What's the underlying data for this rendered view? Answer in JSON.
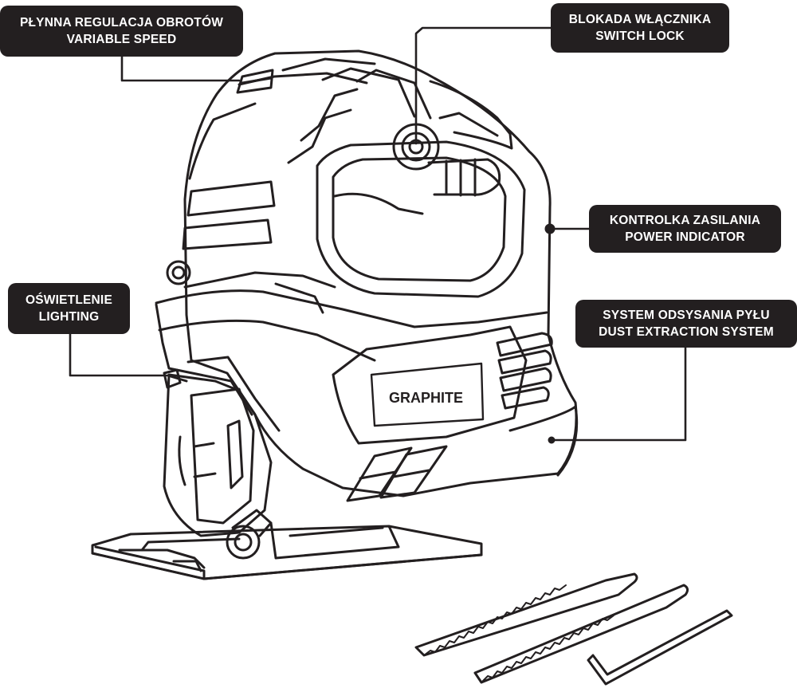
{
  "callouts": {
    "variable_speed": {
      "line1": "PŁYNNA REGULACJA OBROTÓW",
      "line2": "VARIABLE SPEED"
    },
    "switch_lock": {
      "line1": "BLOKADA WŁĄCZNIKA",
      "line2": "SWITCH LOCK"
    },
    "power_indicator": {
      "line1": "KONTROLKA ZASILANIA",
      "line2": "POWER INDICATOR"
    },
    "dust_extraction": {
      "line1": "SYSTEM ODSYSANIA PYŁU",
      "line2": "DUST EXTRACTION SYSTEM"
    },
    "lighting": {
      "line1": "OŚWIETLENIE",
      "line2": "LIGHTING"
    }
  },
  "brand": {
    "logo_text": "GRAPHITE"
  },
  "colors": {
    "label_bg": "#231f20",
    "label_text": "#ffffff",
    "line": "#231f20"
  }
}
